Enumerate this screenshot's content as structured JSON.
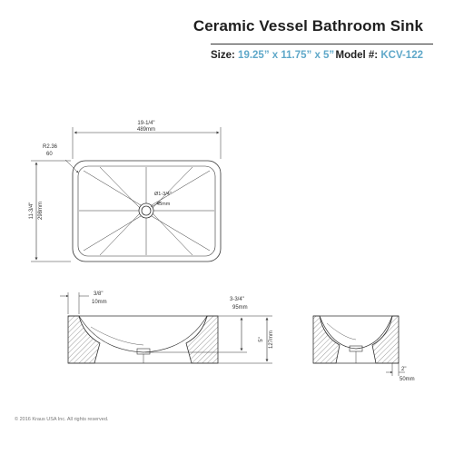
{
  "header": {
    "title": "Ceramic Vessel Bathroom Sink",
    "size_label": "Size:",
    "size_value": "19.25” x 11.75” x 5”",
    "model_label": "Model #:",
    "model_value": "KCV-122",
    "accent_color": "#5fa8c9"
  },
  "top_view": {
    "width_in": "19-1/4\"",
    "width_mm": "489mm",
    "height_in": "11-3/4\"",
    "height_mm": "298mm",
    "radius_in": "R2.36",
    "radius_mm": "60",
    "drain_in": "Ø1-3/4\"",
    "drain_mm": "45mm"
  },
  "front_view": {
    "wall_in": "3/8\"",
    "wall_mm": "10mm",
    "depth_in": "3-3/4\"",
    "depth_mm": "95mm",
    "height_in": "5\"",
    "height_mm": "127mm"
  },
  "side_view": {
    "base_in": "2\"",
    "base_mm": "50mm"
  },
  "footer": {
    "copyright": "© 2016 Kraus USA Inc. All rights reserved."
  }
}
